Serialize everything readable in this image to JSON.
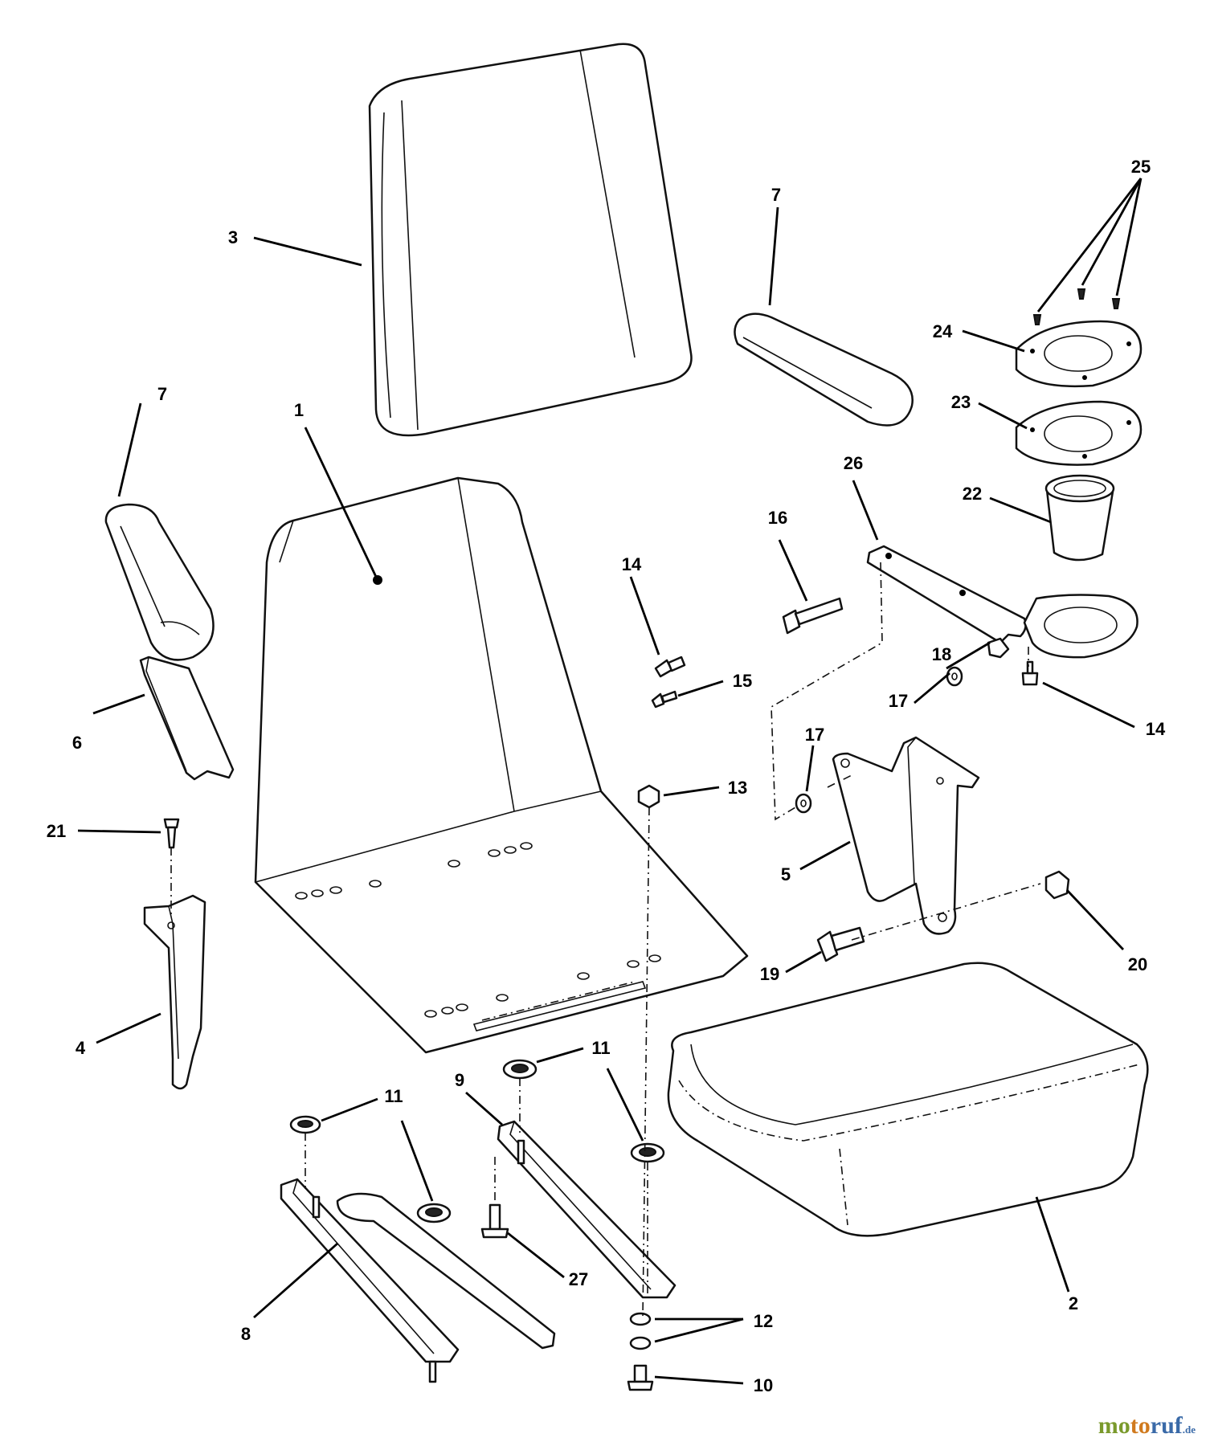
{
  "diagram": {
    "callouts": [
      {
        "id": "c-3",
        "label": "3"
      },
      {
        "id": "c-7a",
        "label": "7"
      },
      {
        "id": "c-7b",
        "label": "7"
      },
      {
        "id": "c-25",
        "label": "25"
      },
      {
        "id": "c-24",
        "label": "24"
      },
      {
        "id": "c-23",
        "label": "23"
      },
      {
        "id": "c-22",
        "label": "22"
      },
      {
        "id": "c-26",
        "label": "26"
      },
      {
        "id": "c-1",
        "label": "1"
      },
      {
        "id": "c-16",
        "label": "16"
      },
      {
        "id": "c-14a",
        "label": "14"
      },
      {
        "id": "c-15",
        "label": "15"
      },
      {
        "id": "c-18",
        "label": "18"
      },
      {
        "id": "c-17a",
        "label": "17"
      },
      {
        "id": "c-17b",
        "label": "17"
      },
      {
        "id": "c-14b",
        "label": "14"
      },
      {
        "id": "c-6",
        "label": "6"
      },
      {
        "id": "c-13",
        "label": "13"
      },
      {
        "id": "c-21",
        "label": "21"
      },
      {
        "id": "c-5",
        "label": "5"
      },
      {
        "id": "c-20",
        "label": "20"
      },
      {
        "id": "c-19",
        "label": "19"
      },
      {
        "id": "c-4",
        "label": "4"
      },
      {
        "id": "c-11a",
        "label": "11"
      },
      {
        "id": "c-11b",
        "label": "11"
      },
      {
        "id": "c-9",
        "label": "9"
      },
      {
        "id": "c-2",
        "label": "2"
      },
      {
        "id": "c-27",
        "label": "27"
      },
      {
        "id": "c-8",
        "label": "8"
      },
      {
        "id": "c-12",
        "label": "12"
      },
      {
        "id": "c-10",
        "label": "10"
      }
    ]
  },
  "watermark": {
    "part1": "mo",
    "part2": "to",
    "part3": "ruf",
    "suffix": ".de"
  }
}
